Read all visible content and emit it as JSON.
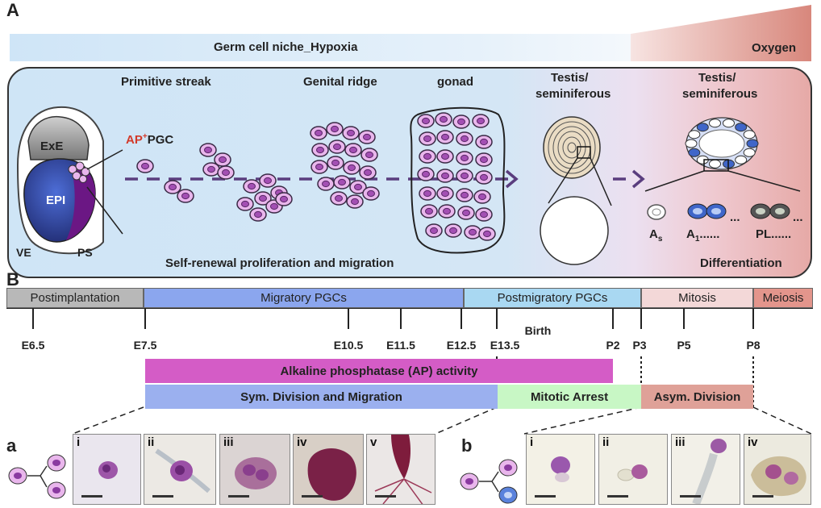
{
  "panel_a_top": {
    "letter": "A",
    "niche_label": "Germ cell niche_Hypoxia",
    "oxygen_label": "Oxygen",
    "stages": {
      "primitive_streak": "Primitive streak",
      "genital_ridge": "Genital ridge",
      "gonad": "gonad",
      "testis1": [
        "Testis/",
        "seminiferous"
      ],
      "testis2": [
        "Testis/",
        "seminiferous"
      ]
    },
    "embryo": {
      "exe": "ExE",
      "epi": "EPI",
      "ve": "VE",
      "ps": "PS"
    },
    "ap_pgc_prefix": "AP",
    "ap_pgc_sup": "+",
    "ap_pgc_suffix": "PGC",
    "self_renewal": "Self-renewal proliferation and migration",
    "differentiation": "Differentiation",
    "cells": {
      "as": "A",
      "as_sub": "s",
      "a1": "A",
      "a1_sub": "1",
      "a1_dots": "......",
      "pl": "PL......"
    }
  },
  "panel_b": {
    "letter": "B",
    "phases": [
      {
        "label": "Postimplantation",
        "color": "#b8b8b8"
      },
      {
        "label": "Migratory PGCs",
        "color": "#8ba6ee"
      },
      {
        "label": "Postmigratory PGCs",
        "color": "#a9d8f2"
      },
      {
        "label": "Mitosis",
        "color": "#f3d8d8"
      },
      {
        "label": "Meiosis",
        "color": "#e3958c"
      }
    ],
    "ticks": [
      "E6.5",
      "E7.5",
      "E10.5",
      "E11.5",
      "E12.5",
      "E13.5",
      "P2",
      "P3",
      "P5",
      "P8"
    ],
    "birth": "Birth",
    "bars": {
      "ap": "Alkaline phosphatase (AP) activity",
      "sym": "Sym. Division and Migration",
      "arrest": "Mitotic Arrest",
      "asym": "Asym. Division"
    }
  },
  "panel_small_a": {
    "letter": "a",
    "photos": [
      "i",
      "ii",
      "iii",
      "iv",
      "v"
    ]
  },
  "panel_small_b": {
    "letter": "b",
    "photos": [
      "i",
      "ii",
      "iii",
      "iv"
    ]
  }
}
